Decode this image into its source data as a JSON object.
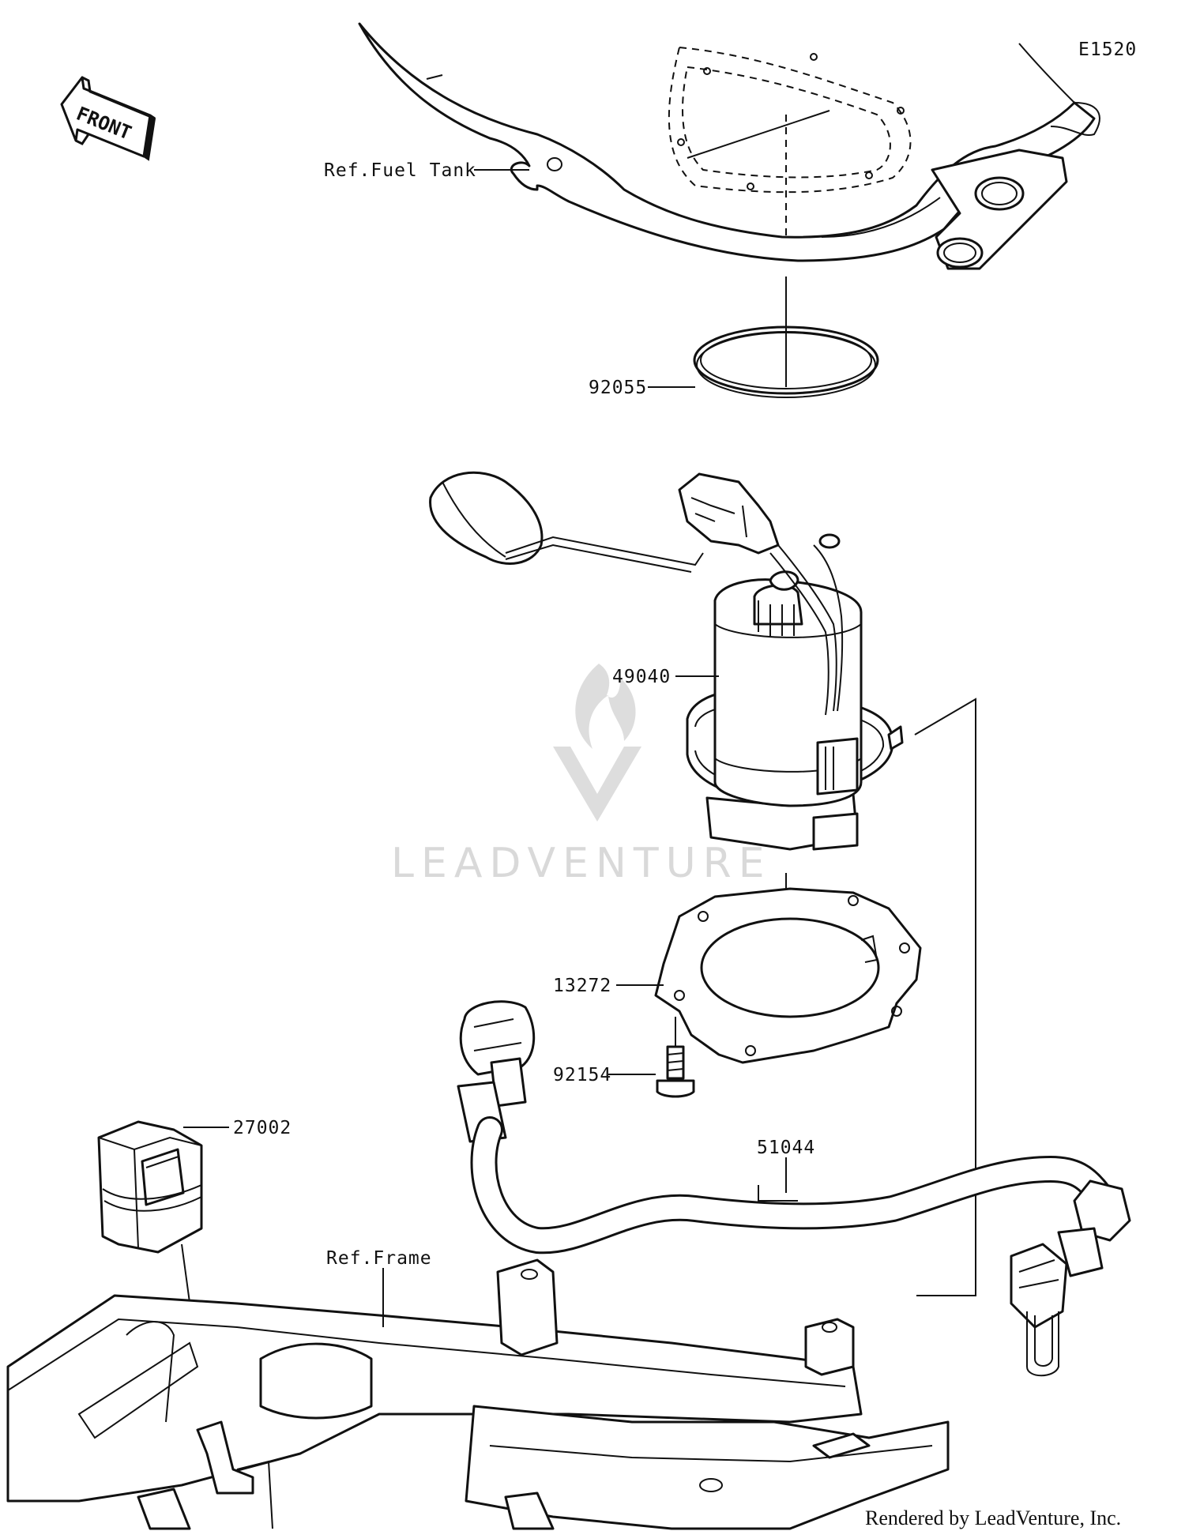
{
  "diagram_code": "E1520",
  "front_label": "FRONT",
  "callouts": {
    "fuel_tank_ref": "Ref.Fuel Tank",
    "o_ring": "92055",
    "fuel_pump": "49040",
    "gasket": "13272",
    "bolt": "92154",
    "sensor": "27002",
    "harness": "51044",
    "frame_ref": "Ref.Frame"
  },
  "watermark": "LEADVENTURE",
  "credit": "Rendered by LeadVenture, Inc."
}
